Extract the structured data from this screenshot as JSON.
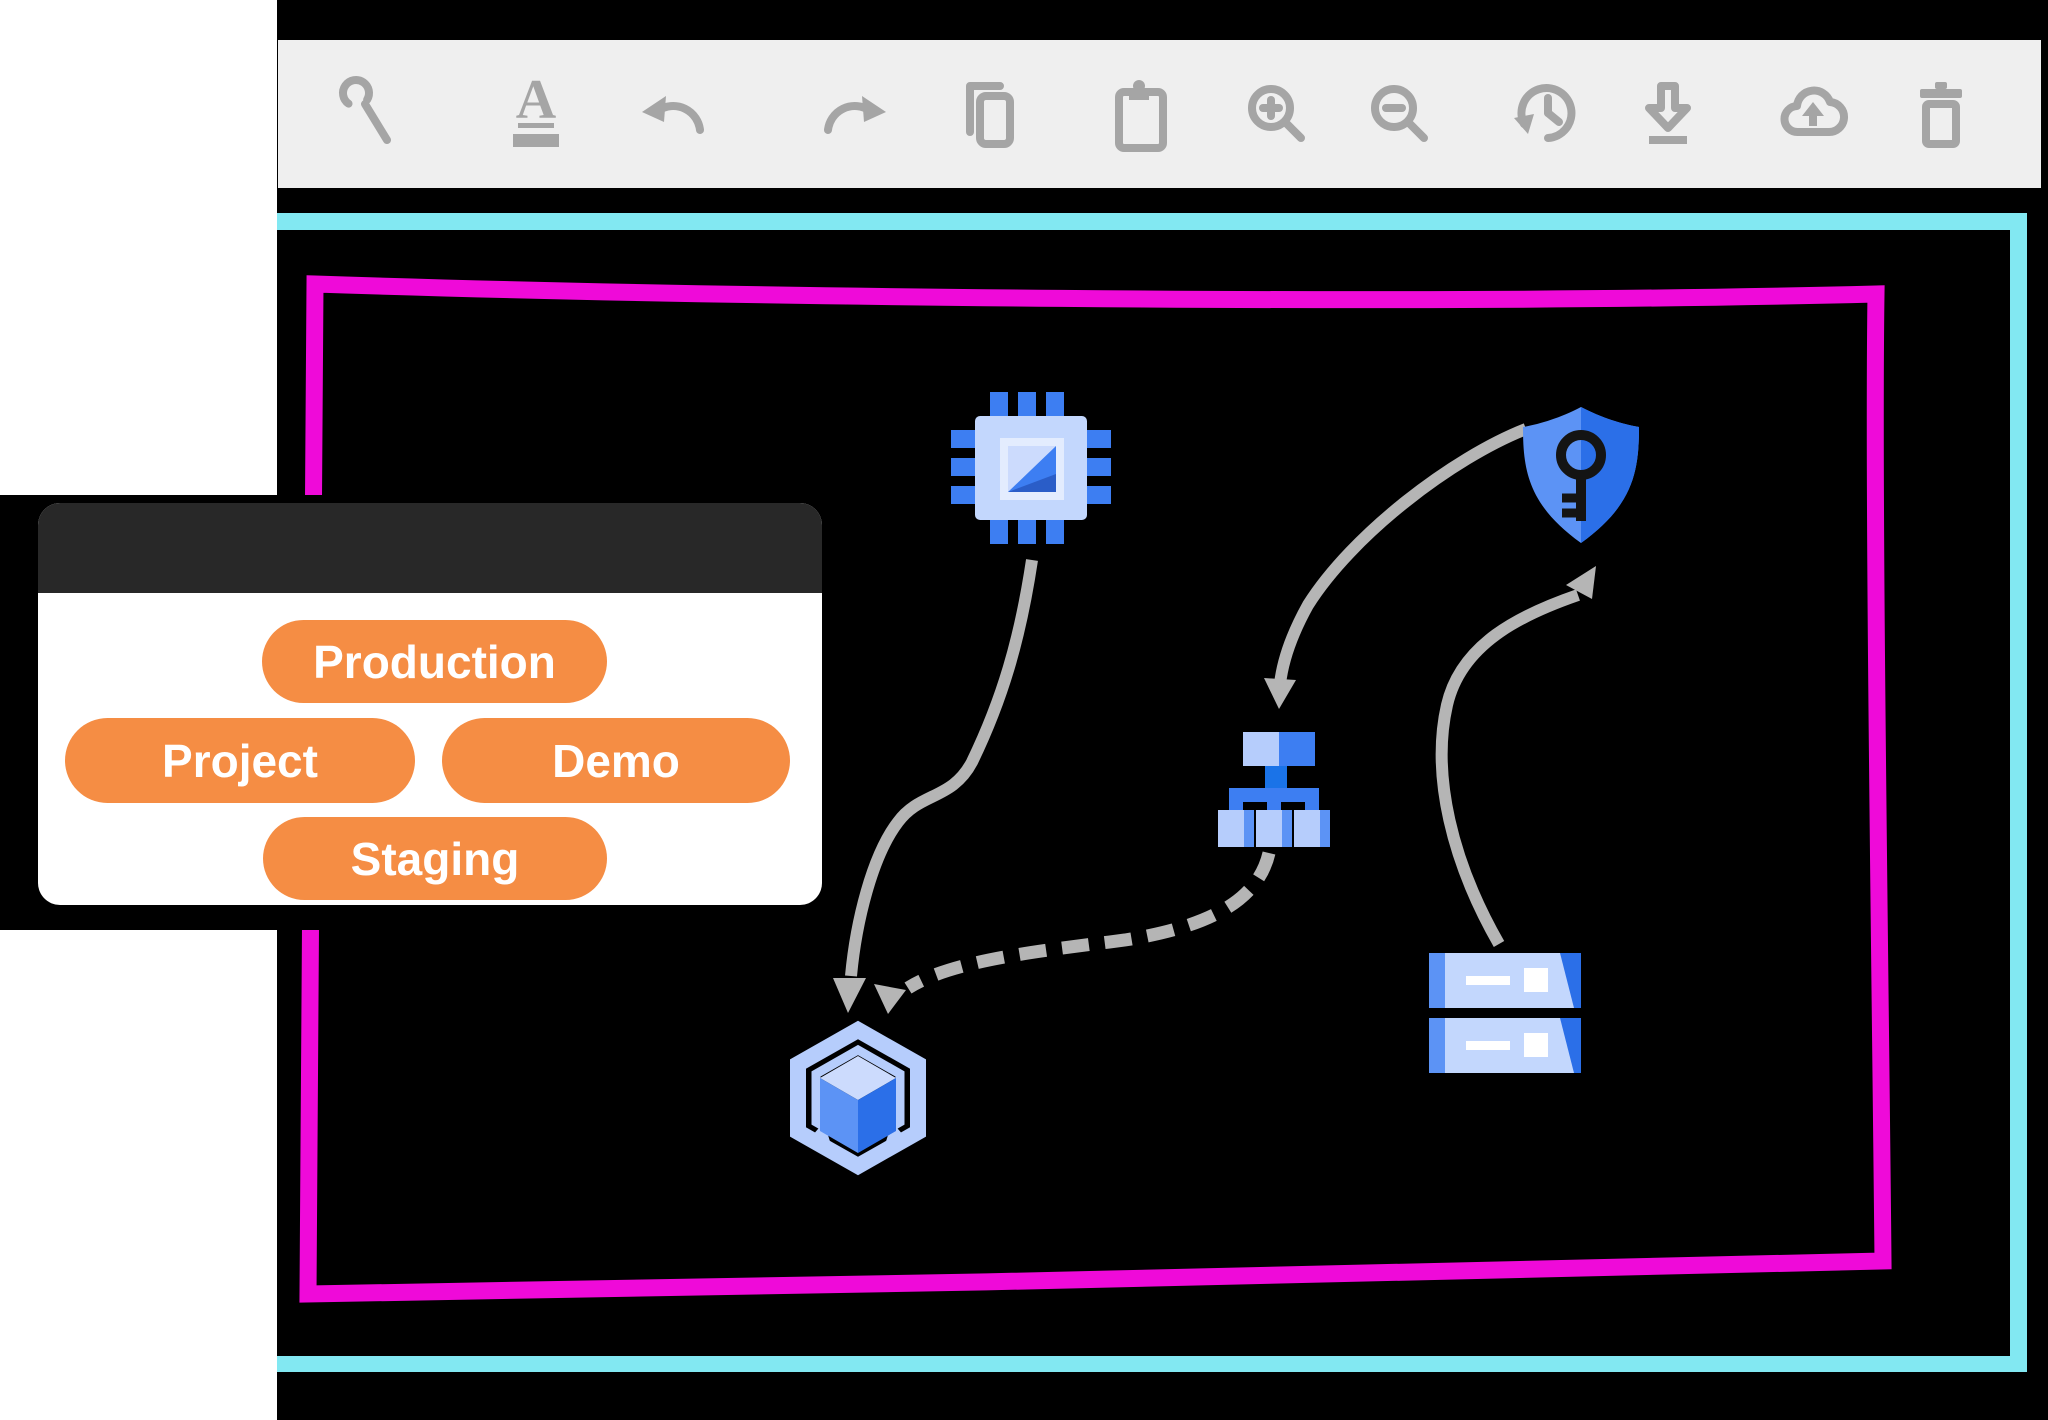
{
  "colors": {
    "magenta": "#ef0ad9",
    "cyan": "#82e8f2",
    "orange": "#f58d44",
    "toolbar-bg": "#efefef",
    "toolbar-icon": "#a5a5a5",
    "header-dark": "#282828",
    "arrow-gray": "#b5b5b5",
    "blue-pale": "#ccdbfd",
    "blue-light": "#b6cdfc",
    "blue-soft": "#c3d7fd",
    "blue-frame": "#e3ecfe",
    "blue-medium": "#5c93f5",
    "blue-primary": "#3d7ef2",
    "blue-dark": "#2b6fe8",
    "blue-deep": "#1a73e8",
    "blue-shadow": "#2a5dc8"
  },
  "toolbar": {
    "font_glyph": "A",
    "items": [
      {
        "name": "wrench-tool"
      },
      {
        "name": "font-style"
      },
      {
        "name": "undo"
      },
      {
        "name": "redo"
      },
      {
        "name": "copy"
      },
      {
        "name": "paste"
      },
      {
        "name": "zoom-in"
      },
      {
        "name": "zoom-out"
      },
      {
        "name": "history"
      },
      {
        "name": "download"
      },
      {
        "name": "cloud-upload"
      },
      {
        "name": "delete"
      }
    ]
  },
  "panel": {
    "header_label": "",
    "pills": [
      "Production",
      "Project",
      "Demo",
      "Staging"
    ]
  },
  "canvas": {
    "frames": [
      {
        "name": "outer-cyan-frame",
        "color": "#82e8f2"
      },
      {
        "name": "inner-magenta-frame",
        "color": "#ef0ad9"
      }
    ],
    "nodes": [
      {
        "name": "compute-chip"
      },
      {
        "name": "security-shield-key"
      },
      {
        "name": "resource-hierarchy"
      },
      {
        "name": "server-rack"
      },
      {
        "name": "gke-container"
      }
    ],
    "connections": [
      {
        "from": "compute-chip",
        "to": "gke-container",
        "style": "solid"
      },
      {
        "from": "resource-hierarchy",
        "to": "gke-container",
        "style": "dashed"
      },
      {
        "from": "security-shield-key",
        "to": "resource-hierarchy",
        "style": "solid"
      },
      {
        "from": "server-rack",
        "to": "security-shield-key",
        "style": "solid"
      }
    ]
  }
}
